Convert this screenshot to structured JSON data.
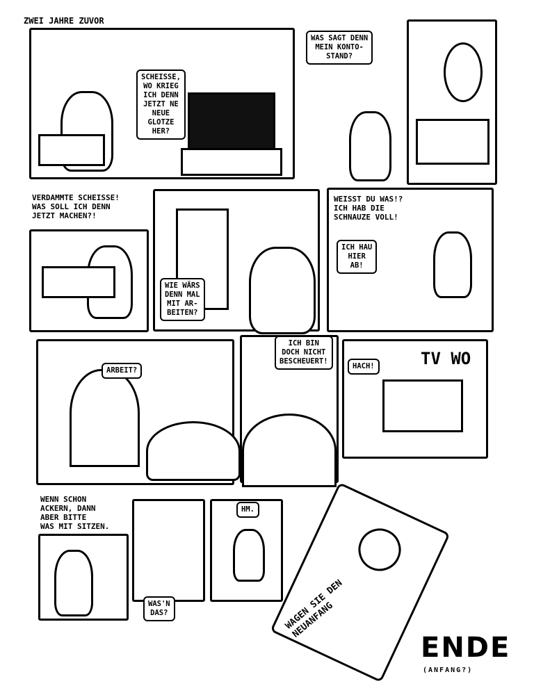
{
  "caption_top": "ZWEI JAHRE ZUVOR",
  "row1": {
    "panel1_bubble": "SCHEISSE,\nWO KRIEG\nICH DENN\nJETZT NE\nNEUE\nGLOTZE\nHER?",
    "panel2_bubble": "WAS SAGT DENN\nMEIN KONTO-\nSTAND?"
  },
  "row2": {
    "caption_left": "VERDAMMTE SCHEISSE!\nWAS SOLL ICH DENN\nJETZT MACHEN?!",
    "panel_mid_bubble": "WIE WÄRS\nDENN MAL\nMIT AR-\nBEITEN?",
    "caption_right": "WEISST DU WAS!?\nICH HAB DIE\nSCHNAUZE VOLL!",
    "panel_right_bubble": "ICH HAU\nHIER\nAB!"
  },
  "row3": {
    "panel1_bubble": "ARBEIT?",
    "panel2_bubble": "ICH BIN\nDOCH NICHT\nBESCHEUERT!",
    "panel3_bubble": "HACH!",
    "shop_sign": "TV WO"
  },
  "row4": {
    "caption_left": "WENN SCHON\nACKERN, DANN\nABER BITTE\nWAS MIT SITZEN.",
    "panel2_bubble": "WAS'N\nDAS?",
    "panel3_bubble": "HM.",
    "flyer_text": "WAGEN SIE DEN\nNEUANFANG"
  },
  "ending": {
    "title": "ENDE",
    "subtitle": "(ANFANG?)"
  }
}
